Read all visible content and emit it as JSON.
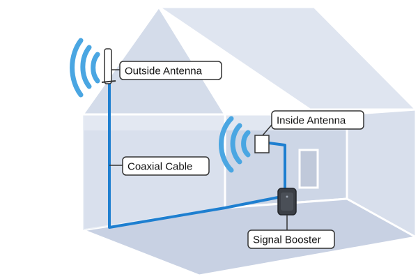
{
  "labels": {
    "outside_antenna": "Outside Antenna",
    "inside_antenna": "Inside Antenna",
    "coaxial_cable": "Coaxial Cable",
    "signal_booster": "Signal Booster"
  },
  "colors": {
    "cable": "#1e7fd0",
    "signal_waves": "#4aa6e2",
    "house_wall": "#d3dbea",
    "house_roof": "#e1e7f2",
    "house_outline": "#ffffff",
    "booster": "#3b3f46"
  }
}
